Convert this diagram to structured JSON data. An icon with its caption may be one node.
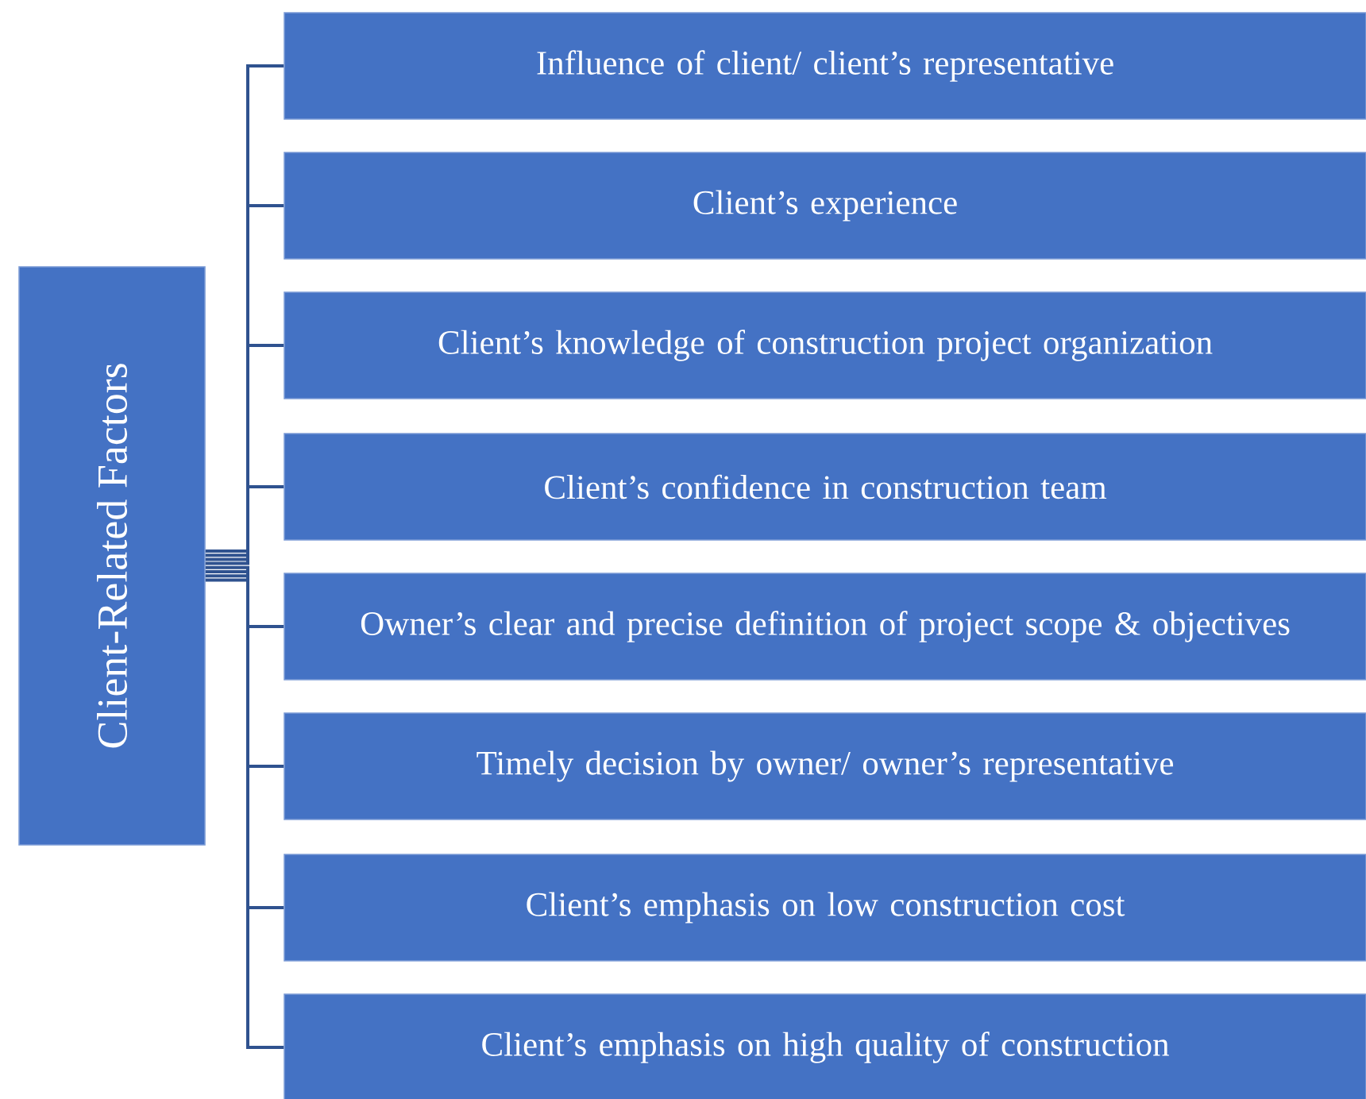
{
  "diagram": {
    "nodes": [
      {
        "text": [
          "Client-Related Factors"
        ]
      },
      {
        "text": [
          "Influence of client/ client’s representative"
        ]
      },
      {
        "text": [
          "Client’s experience"
        ]
      },
      {
        "text": [
          "Client’s knowledge of construction project organization"
        ]
      },
      {
        "text": [
          "Client’s confidence in construction team"
        ]
      },
      {
        "text": [
          "Owner’s clear and precise definition of project scope & objectives"
        ]
      },
      {
        "text": [
          "Timely decision by owner/ owner’s representative"
        ]
      },
      {
        "text": [
          "Client’s emphasis on low construction cost"
        ]
      },
      {
        "text": [
          "Client’s emphasis on high quality of construction"
        ]
      }
    ],
    "edges": [
      {
        "from": 0,
        "to": 1,
        "arrow": "none"
      },
      {
        "from": 0,
        "to": 2,
        "arrow": "none"
      },
      {
        "from": 0,
        "to": 3,
        "arrow": "none"
      },
      {
        "from": 0,
        "to": 4,
        "arrow": "none"
      },
      {
        "from": 0,
        "to": 5,
        "arrow": "none"
      },
      {
        "from": 0,
        "to": 6,
        "arrow": "none"
      },
      {
        "from": 0,
        "to": 7,
        "arrow": "none"
      },
      {
        "from": 0,
        "to": 8,
        "arrow": "none"
      }
    ]
  }
}
